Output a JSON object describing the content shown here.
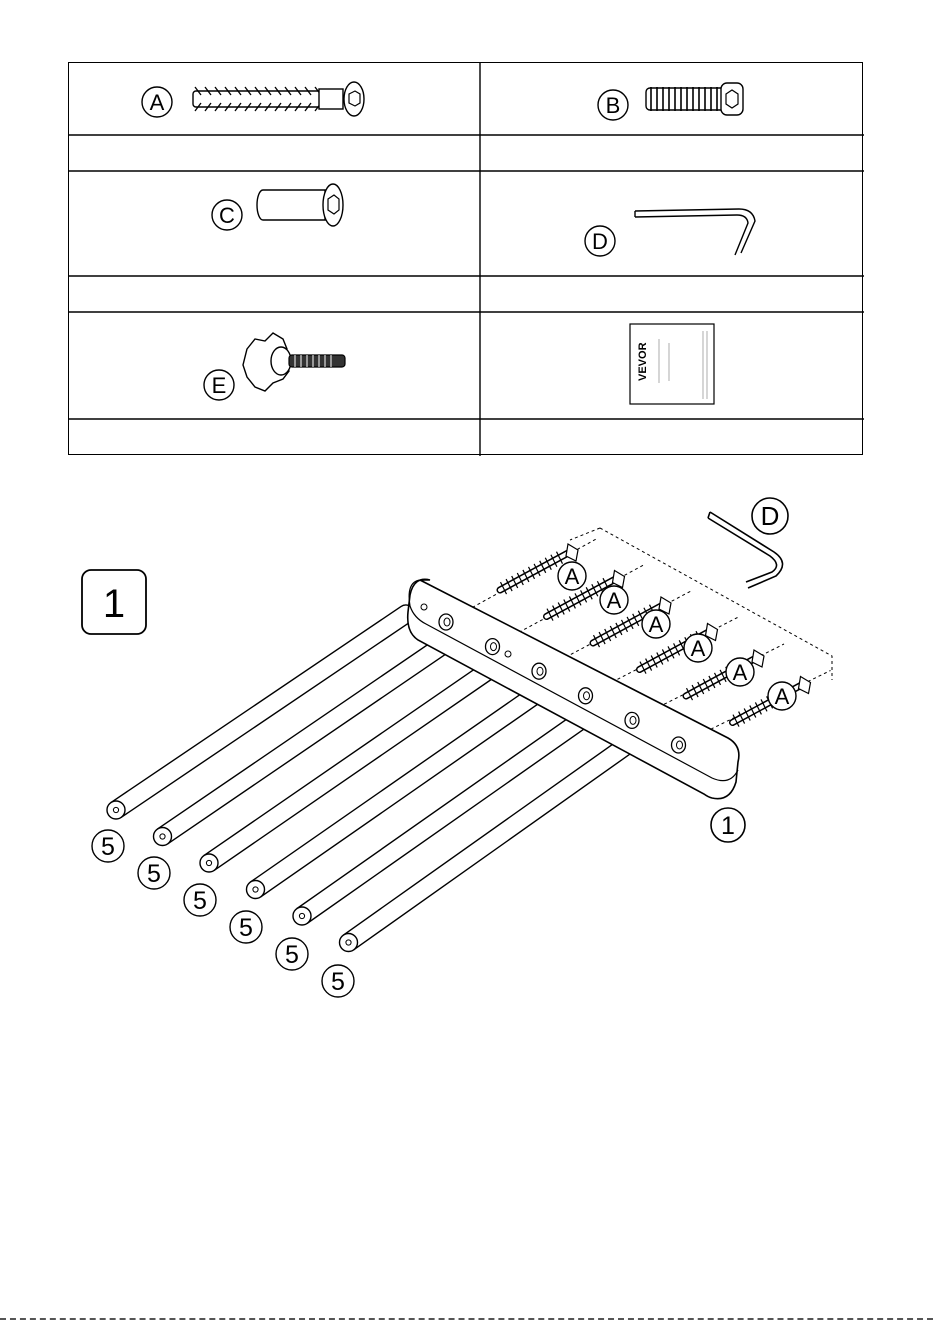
{
  "parts": [
    {
      "letter": "A",
      "icon": "anchor-screw-icon"
    },
    {
      "letter": "B",
      "icon": "hex-bolt-icon"
    },
    {
      "letter": "C",
      "icon": "barrel-nut-icon"
    },
    {
      "letter": "D",
      "icon": "allen-key-icon"
    },
    {
      "letter": "E",
      "icon": "knob-screw-icon"
    },
    {
      "letter": "",
      "icon": "manual-booklet-icon",
      "brand": "VEVOR"
    }
  ],
  "step": {
    "number": "1",
    "wrench_label": "D",
    "screw_label": "A",
    "panel_label": "1",
    "rod_label": "5",
    "screw_count": 6,
    "rod_count": 6
  }
}
